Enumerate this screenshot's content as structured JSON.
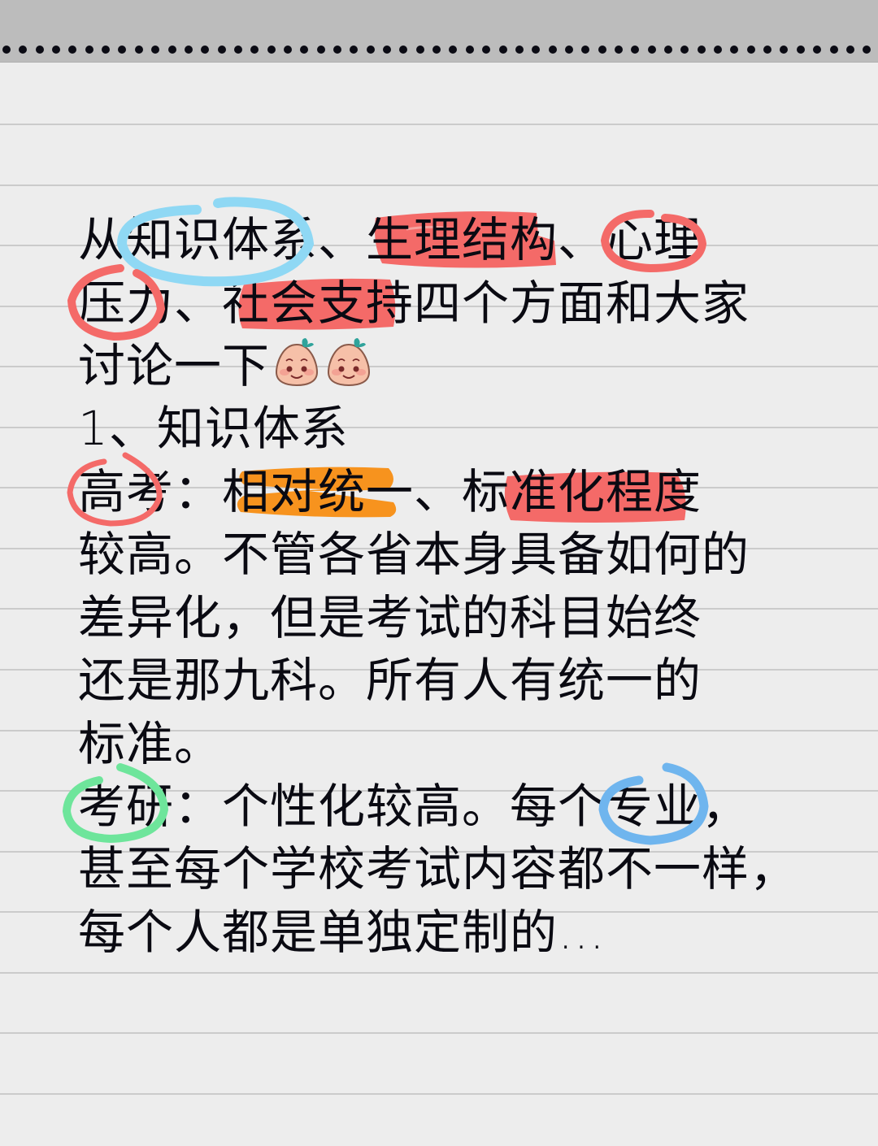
{
  "note": {
    "background": "#ededed",
    "binding_color": "#bcbcbc",
    "hole_count": 53,
    "rule_color": "#cbcbcb",
    "lines": [
      {
        "text": "从知识体系、生理结构、心理"
      },
      {
        "text": "压力、社会支持四个方面和大家"
      },
      {
        "text": "讨论一下",
        "emoji": [
          "smiling-peach-emoji",
          "smiling-peach-emoji"
        ]
      },
      {
        "text": "1、知识体系"
      },
      {
        "text": "高考：相对统一、标准化程度"
      },
      {
        "text": "较高。不管各省本身具备如何的"
      },
      {
        "text": "差异化，但是考试的科目始终"
      },
      {
        "text": "还是那九科。所有人有统一的"
      },
      {
        "text": "标准。"
      },
      {
        "text": "考研：个性化较高。每个专业，"
      },
      {
        "text": "甚至每个学校考试内容都不一样，"
      },
      {
        "text": "每个人都是单独定制的…"
      }
    ]
  },
  "annotations": {
    "colors": {
      "red_highlight": "#f46a68",
      "orange_highlight": "#f7931e",
      "light_blue_circle": "#8fd8f4",
      "blue_circle": "#6fb5ee",
      "green_circle": "#6ee59b",
      "red_circle": "#f46a68"
    },
    "items": [
      {
        "type": "circle",
        "color": "light_blue_circle",
        "target": "知识体系"
      },
      {
        "type": "highlight",
        "color": "red_highlight",
        "target": "生理结构"
      },
      {
        "type": "circle",
        "color": "red_circle",
        "target": "心理"
      },
      {
        "type": "circle",
        "color": "red_circle",
        "target": "压力"
      },
      {
        "type": "highlight",
        "color": "red_highlight",
        "target": "社会支持"
      },
      {
        "type": "circle",
        "color": "red_circle",
        "target": "高考"
      },
      {
        "type": "highlight",
        "color": "orange_highlight",
        "target": "相对统一"
      },
      {
        "type": "highlight",
        "color": "red_highlight",
        "target": "准化程度"
      },
      {
        "type": "circle",
        "color": "green_circle",
        "target": "考研"
      },
      {
        "type": "circle",
        "color": "blue_circle",
        "target": "专业"
      }
    ]
  }
}
